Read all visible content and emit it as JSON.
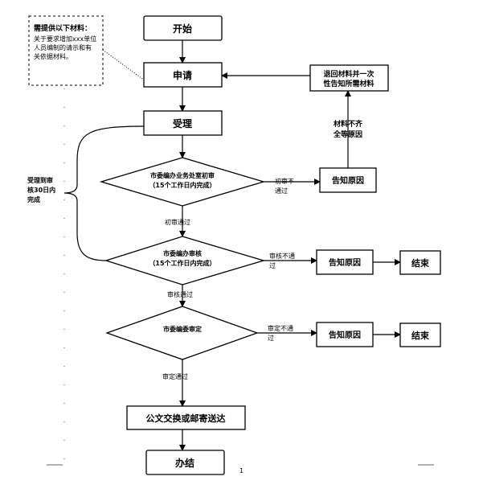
{
  "note": {
    "title": "需提供以下材料：",
    "lines": [
      "关于要求增加xxx单位",
      "人员编制的请示和有",
      "关依据材料。"
    ]
  },
  "nodes": {
    "start": "开始",
    "apply": "申请",
    "accept": "受理",
    "review1": [
      "市委编办业务处室初审",
      "（15个工作日内完成）"
    ],
    "review2": [
      "市委编办审核",
      "（15个工作日内完成）"
    ],
    "review3": [
      "市委编委审定"
    ],
    "notify1": "告知原因",
    "notify2": "告知原因",
    "notify3": "告知原因",
    "end2": "结束",
    "end3": "结束",
    "return_materials": [
      "退回材料并一次",
      "性告知所需材料"
    ],
    "send": "公文交换或邮寄送达",
    "finish": "办结"
  },
  "edges": {
    "reason_missing": [
      "材料不齐",
      "全等原因"
    ],
    "fail1": [
      "初审不",
      "通过"
    ],
    "fail2": [
      "审核不通",
      "过"
    ],
    "fail3": [
      "审定不通",
      "过"
    ],
    "pass1": "初审通过",
    "pass2": "审核通过",
    "pass3": "审定通过"
  },
  "brace_label": [
    "受理到审",
    "核30日内",
    "完成"
  ],
  "page_number": "1"
}
